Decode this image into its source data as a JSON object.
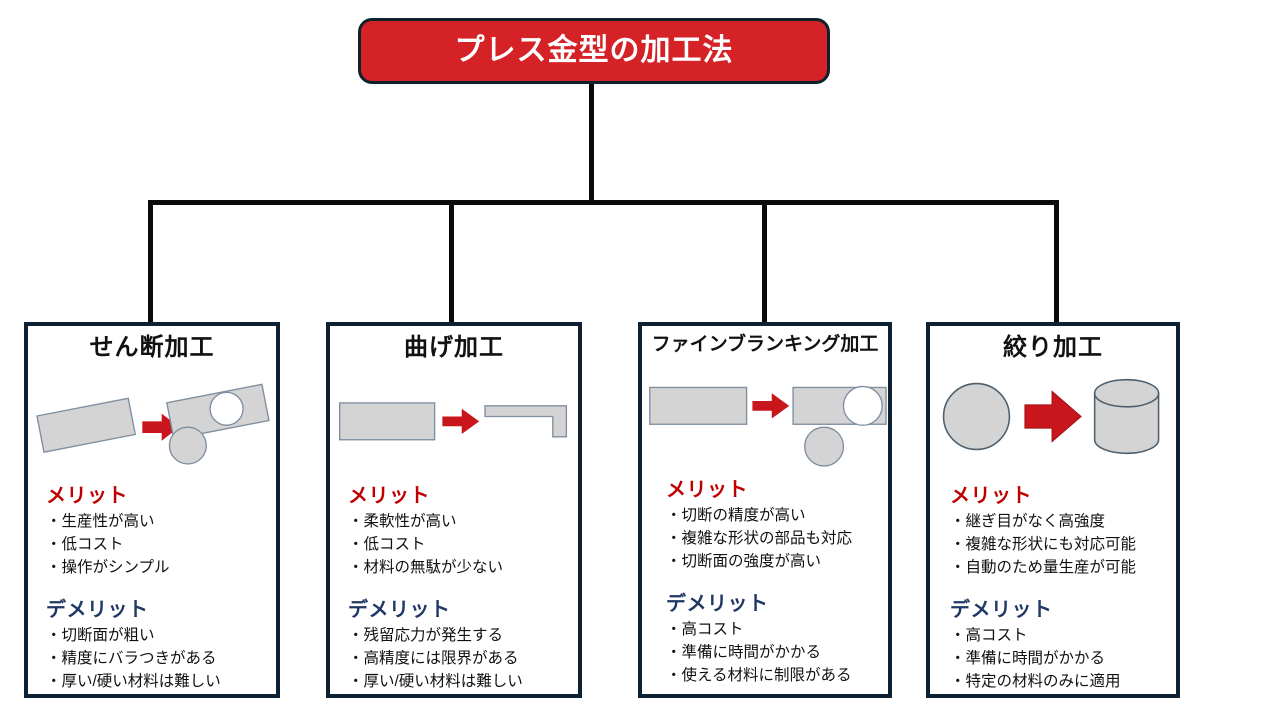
{
  "diagram": {
    "title": "プレス金型の加工法",
    "title_colors": {
      "fill": "#d42227",
      "border": "#10212e",
      "text": "#ffffff"
    },
    "connector_color": "#0b0b0b",
    "card_border_color": "#0d2133",
    "merit_heading": "メリット",
    "demerit_heading": "デメリット",
    "merit_color": "#c00000",
    "demerit_color": "#1f3864",
    "arrow_color": "#c9161d",
    "shape_fill": "#d4d4d4",
    "shape_stroke": "#7f8fa0",
    "cards": [
      {
        "title": "せん断加工",
        "illustration": "shearing-blank-to-pierced-plate-with-slug",
        "merits": [
          "・生産性が高い",
          "・低コスト",
          "・操作がシンプル"
        ],
        "demerits": [
          "・切断面が粗い",
          "・精度にバラつきがある",
          "・厚い/硬い材料は難しい"
        ]
      },
      {
        "title": "曲げ加工",
        "illustration": "bending-flat-plate-to-l-shape",
        "merits": [
          "・柔軟性が高い",
          "・低コスト",
          "・材料の無駄が少ない"
        ],
        "demerits": [
          "・残留応力が発生する",
          "・高精度には限界がある",
          "・厚い/硬い材料は難しい"
        ]
      },
      {
        "title": "ファインブランキング加工",
        "illustration": "fineblanking-plate-to-pierced-plate-with-slug",
        "merits": [
          "・切断の精度が高い",
          "・複雑な形状の部品も対応",
          "・切断面の強度が高い"
        ],
        "demerits": [
          "・高コスト",
          "・準備に時間がかかる",
          "・使える材料に制限がある"
        ]
      },
      {
        "title": "絞り加工",
        "illustration": "deep-drawing-disc-to-cylinder",
        "merits": [
          "・継ぎ目がなく高強度",
          "・複雑な形状にも対応可能",
          "・自動のため量生産が可能"
        ],
        "demerits": [
          "・高コスト",
          "・準備に時間がかかる",
          "・特定の材料のみに適用"
        ]
      }
    ]
  }
}
